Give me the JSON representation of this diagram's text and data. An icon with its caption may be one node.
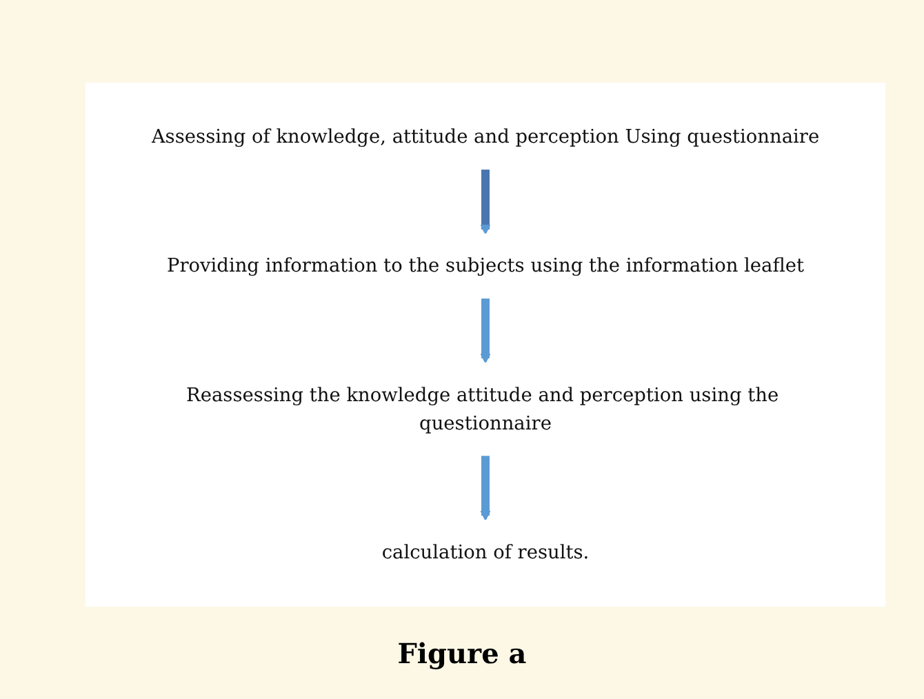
{
  "diagram": {
    "caption": "Figure a",
    "nodes": [
      {
        "text": [
          "Assessing of knowledge, attitude and perception Using questionnaire"
        ]
      },
      {
        "text": [
          "Providing information to the subjects using the information leaflet"
        ]
      },
      {
        "text": [
          "Reassessing the knowledge attitude and perception using the questionnaire"
        ]
      },
      {
        "text": [
          "calculation of results."
        ]
      }
    ],
    "edges": [
      {
        "from": 0,
        "to": 1,
        "arrow": "to",
        "color": "#4a76b0"
      },
      {
        "from": 1,
        "to": 2,
        "arrow": "to"
      },
      {
        "from": 2,
        "to": 3,
        "arrow": "to"
      }
    ]
  }
}
